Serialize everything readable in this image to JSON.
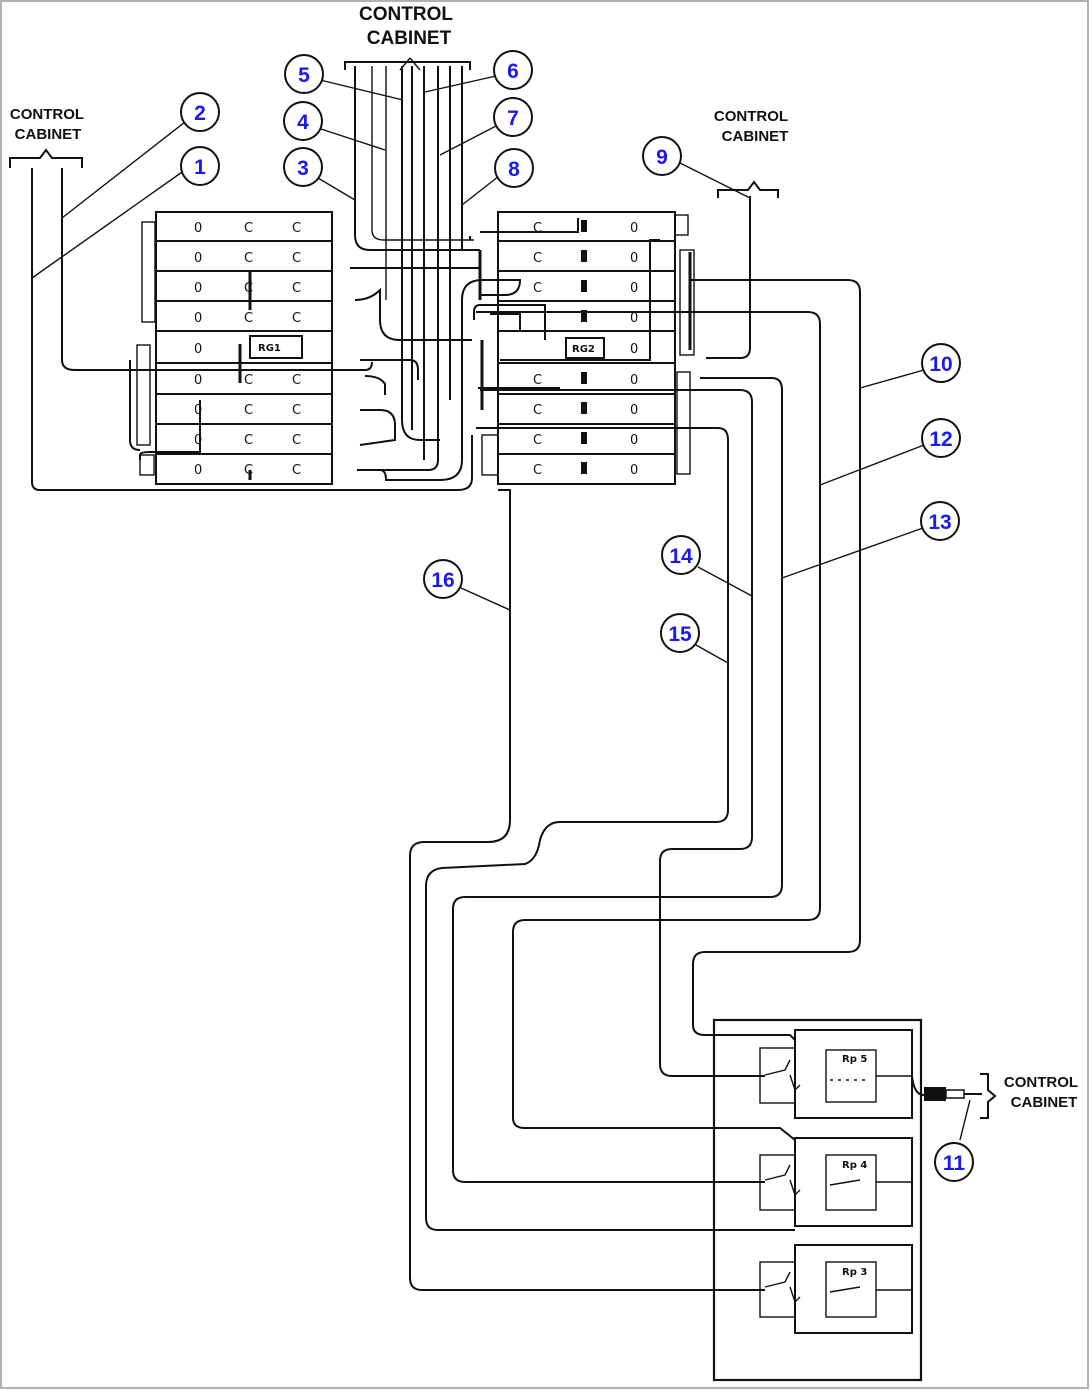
{
  "labels": {
    "top_cabinet_line1": "CONTROL",
    "top_cabinet_line2": "CABINET",
    "left_cabinet_line1": "CONTROL",
    "left_cabinet_line2": "CABINET",
    "right_cabinet_line1": "CONTROL",
    "right_cabinet_line2": "CABINET",
    "bottom_cabinet_line1": "CONTROL",
    "bottom_cabinet_line2": "CABINET"
  },
  "components": {
    "rg1": "RG1",
    "rg2": "RG2",
    "rp5": "Rp 5",
    "rp4": "Rp 4",
    "rp3": "Rp 3"
  },
  "callouts": [
    "1",
    "2",
    "3",
    "4",
    "5",
    "6",
    "7",
    "8",
    "9",
    "10",
    "11",
    "12",
    "13",
    "14",
    "15",
    "16"
  ],
  "colors": {
    "callout_text": "#1a1aee",
    "line": "#111111"
  }
}
